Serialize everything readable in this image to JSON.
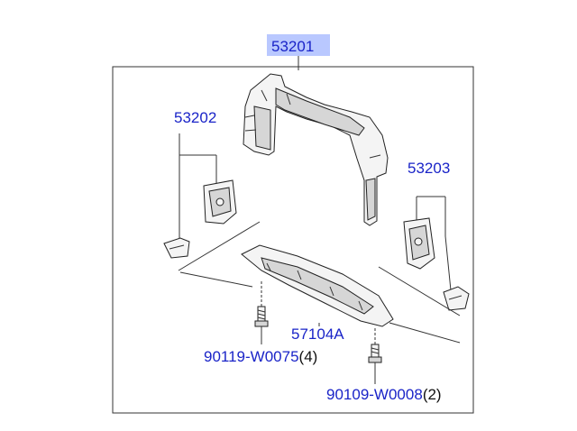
{
  "labels": {
    "main_part": "53201",
    "left_bracket": "53202",
    "right_bracket": "53203",
    "lower_bar": "57104A",
    "bolt_left": "90119-W0075",
    "bolt_left_qty": "(4)",
    "bolt_right": "90109-W0008",
    "bolt_right_qty": "(2)"
  },
  "colors": {
    "label_blue": "#1a24c8",
    "highlight": "#b9c8ff"
  }
}
